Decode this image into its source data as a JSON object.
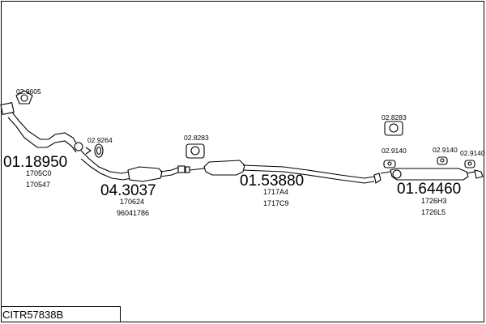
{
  "drawing_ref": "CITR57838B",
  "parts": {
    "front_pipe": {
      "number": "01.18950",
      "refs": [
        "1705C0",
        "170547"
      ]
    },
    "intermediate": {
      "number": "04.3037",
      "refs": [
        "170624",
        "96041786"
      ]
    },
    "middle": {
      "number": "01.53880",
      "refs": [
        "1717A4",
        "1717C9"
      ]
    },
    "rear": {
      "number": "01.64460",
      "refs": [
        "1726H3",
        "1726L5"
      ]
    }
  },
  "accessories": {
    "gasket_front": "02.9605",
    "ring_1": "02.9264",
    "mount_1": "02.8283",
    "mount_2": "02.8283",
    "hanger_1": "02.9140",
    "hanger_2": "02.9140",
    "hanger_3": "02.9140"
  }
}
